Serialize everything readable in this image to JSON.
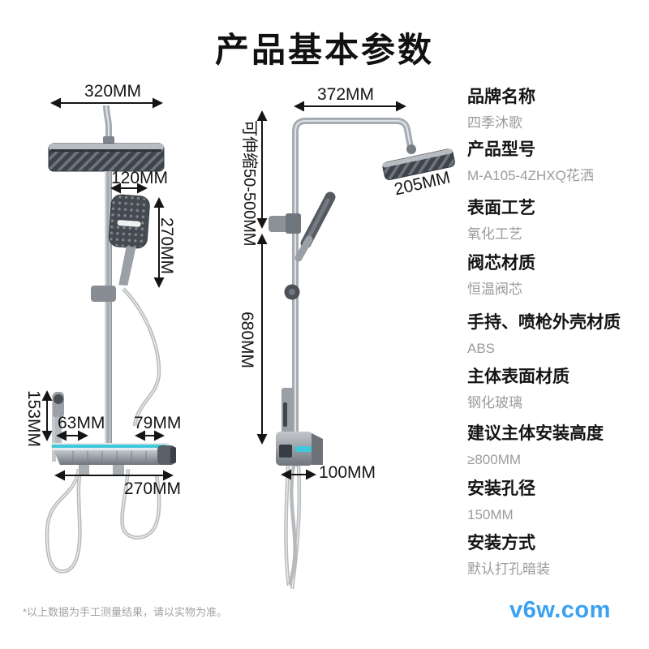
{
  "title": "产品基本参数",
  "footnote": "*以上数据为手工测量结果，请以实物为准。",
  "watermark": "v6w.com",
  "colors": {
    "accent_teal": "#3fc8da",
    "watermark_blue": "#38a1f3",
    "spec_value_gray": "#9b9b9b",
    "ink": "#151515"
  },
  "diagram_left": {
    "view": "front-view-shower-column",
    "dims": {
      "head_width": "320MM",
      "hand_shower_width": "120MM",
      "hand_shower_height": "270MM",
      "spray_gun_height": "153MM",
      "gun_offset": "63MM",
      "knob_offset": "79MM",
      "body_width": "270MM"
    }
  },
  "diagram_right": {
    "view": "side-view-shower-column",
    "dims": {
      "arm_reach": "372MM",
      "telescopic_range": "可伸缩50-500MM",
      "head_depth": "205MM",
      "pole_height": "680MM",
      "body_depth": "100MM"
    }
  },
  "specs": [
    {
      "label": "品牌名称",
      "value": "四季沐歌"
    },
    {
      "label": "产品型号",
      "value": "M-A105-4ZHXQ花洒"
    },
    {
      "label": "表面工艺",
      "value": "氧化工艺"
    },
    {
      "label": "阀芯材质",
      "value": "恒温阀芯"
    },
    {
      "label": "手持、喷枪外壳材质",
      "value": "ABS"
    },
    {
      "label": "主体表面材质",
      "value": "钢化玻璃"
    },
    {
      "label": "建议主体安装高度",
      "value": "≥800MM"
    },
    {
      "label": "安装孔径",
      "value": "150MM"
    },
    {
      "label": "安装方式",
      "value": "默认打孔暗装"
    }
  ]
}
